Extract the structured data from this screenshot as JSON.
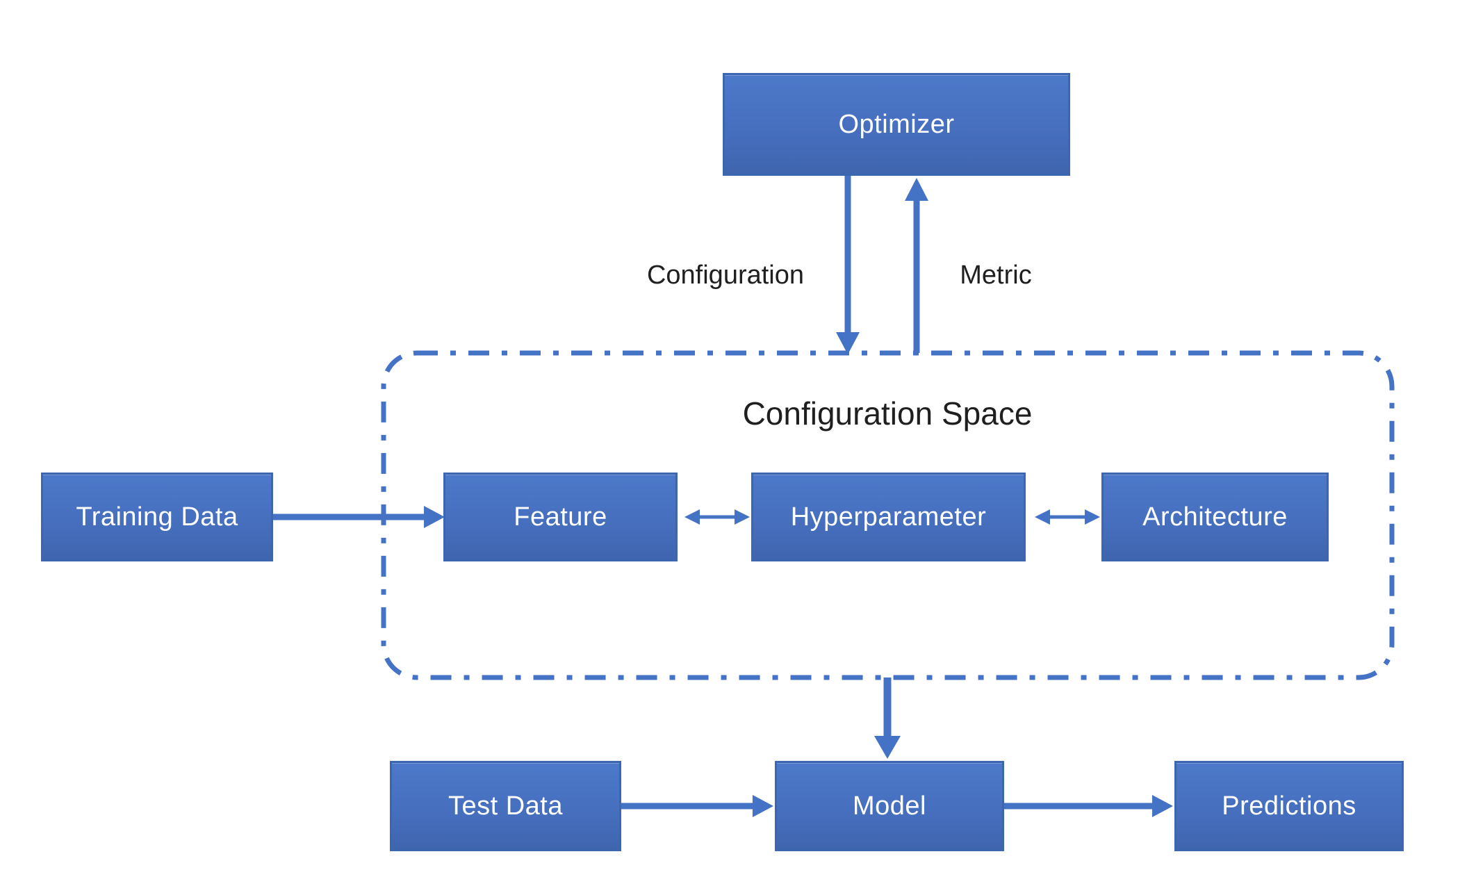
{
  "diagram": {
    "title": "Configuration Space",
    "nodes": {
      "optimizer": "Optimizer",
      "training_data": "Training Data",
      "feature": "Feature",
      "hyperparameter": "Hyperparameter",
      "architecture": "Architecture",
      "test_data": "Test Data",
      "model": "Model",
      "predictions": "Predictions"
    },
    "edge_labels": {
      "configuration": "Configuration",
      "metric": "Metric"
    },
    "edges": [
      {
        "from": "Optimizer",
        "to": "Configuration Space",
        "label": "Configuration",
        "direction": "down"
      },
      {
        "from": "Configuration Space",
        "to": "Optimizer",
        "label": "Metric",
        "direction": "up"
      },
      {
        "from": "Training Data",
        "to": "Feature",
        "direction": "right"
      },
      {
        "from": "Feature",
        "to": "Hyperparameter",
        "direction": "both"
      },
      {
        "from": "Hyperparameter",
        "to": "Architecture",
        "direction": "both"
      },
      {
        "from": "Configuration Space",
        "to": "Model",
        "direction": "down"
      },
      {
        "from": "Test Data",
        "to": "Model",
        "direction": "right"
      },
      {
        "from": "Model",
        "to": "Predictions",
        "direction": "right"
      }
    ],
    "colors": {
      "node_fill_top": "#4d79ca",
      "node_fill_bottom": "#3f65ae",
      "node_border": "#3c66b0",
      "node_text": "#ffffff",
      "arrow": "#4472c4",
      "dashed_border": "#4472c4",
      "label_text": "#1f1f1f",
      "background": "#ffffff"
    }
  }
}
